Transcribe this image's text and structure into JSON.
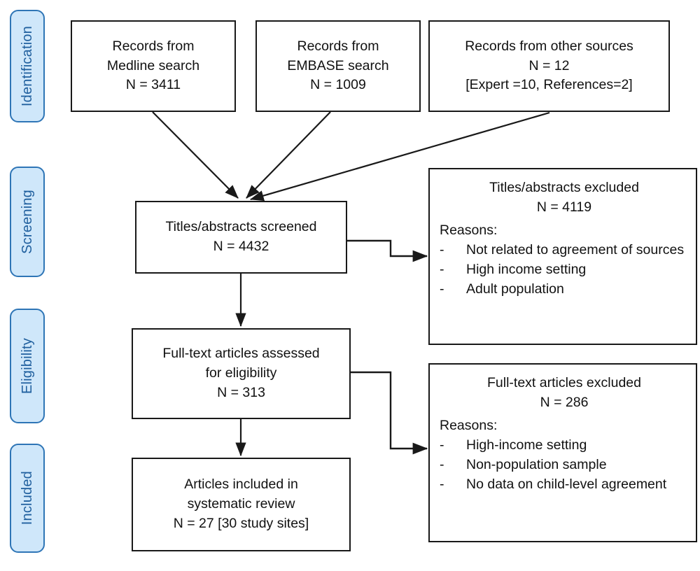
{
  "diagram": {
    "title": "PRISMA study selection flow diagram",
    "accent_blue_fill": "#cfe7fa",
    "accent_blue_border": "#2e75b6",
    "accent_blue_text": "#1f5f9e",
    "line_color": "#191919",
    "phases": [
      {
        "key": "identification",
        "label": "Identification"
      },
      {
        "key": "screening",
        "label": "Screening"
      },
      {
        "key": "eligibility",
        "label": "Eligibility"
      },
      {
        "key": "included",
        "label": "Included"
      }
    ],
    "boxes": {
      "medline": {
        "lines": [
          "Records from",
          "Medline search",
          "N = 3411"
        ]
      },
      "embase": {
        "lines": [
          "Records from",
          "EMBASE search",
          "N = 1009"
        ]
      },
      "other_sources": {
        "lines": [
          "Records from other sources",
          "N = 12",
          "[Expert =10, References=2]"
        ]
      },
      "screened": {
        "lines": [
          "Titles/abstracts screened",
          "N = 4432"
        ]
      },
      "fulltext_assessed": {
        "lines": [
          "Full-text articles assessed",
          "for eligibility",
          "N = 313"
        ]
      },
      "included": {
        "lines": [
          "Articles included in",
          "systematic review",
          "N = 27 [30 study sites]"
        ]
      }
    },
    "exclusions": {
      "titles_excluded": {
        "heading_line1": "Titles/abstracts excluded",
        "heading_line2": "N = 4119",
        "reasons_label": "Reasons:",
        "dash": "-",
        "reasons": [
          "Not related to agreement of sources",
          "High income setting",
          "Adult population"
        ]
      },
      "fulltext_excluded": {
        "heading_line1": "Full-text articles excluded",
        "heading_line2": "N = 286",
        "reasons_label": "Reasons:",
        "dash": "-",
        "reasons": [
          "High-income setting",
          "Non-population sample",
          "No data on child-level agreement"
        ]
      }
    }
  }
}
